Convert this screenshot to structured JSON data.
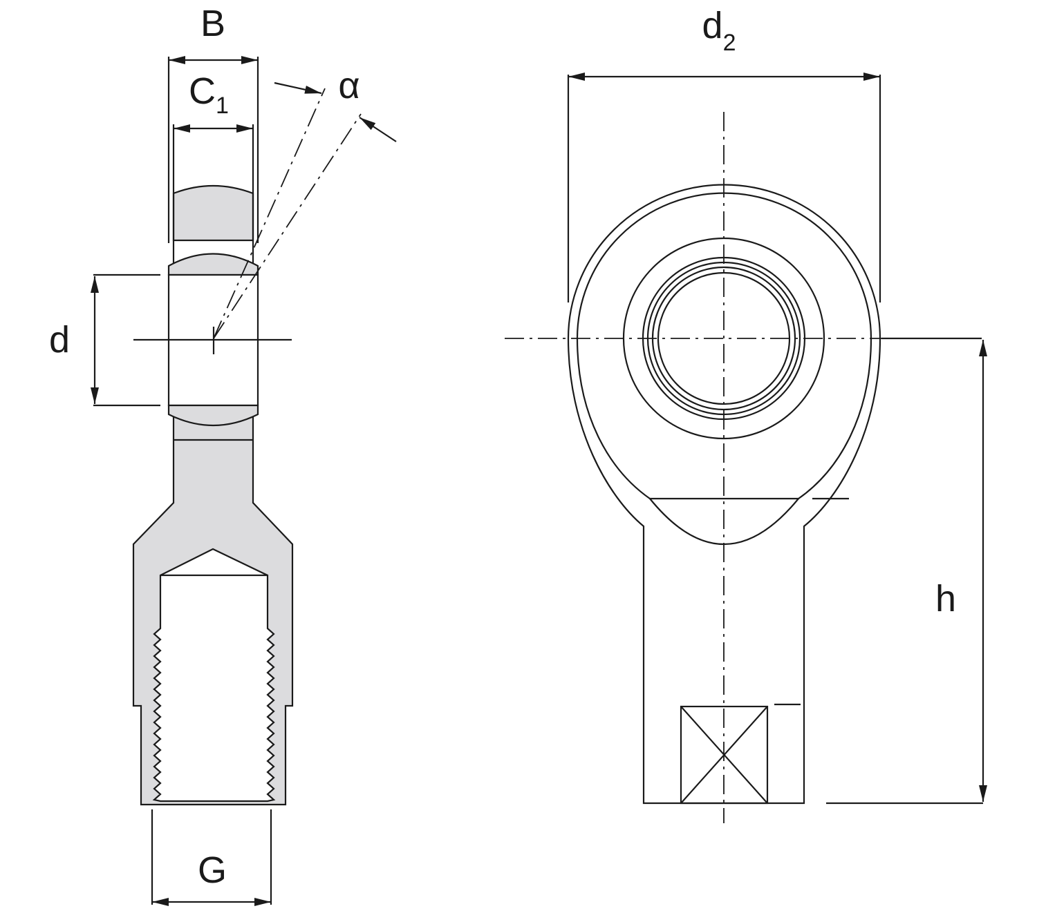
{
  "diagram": {
    "side_view": {
      "labels": {
        "B": "B",
        "C": "C",
        "C_sub": "1",
        "alpha": "α",
        "d": "d",
        "G": "G"
      }
    },
    "front_view": {
      "labels": {
        "d": "d",
        "d_sub": "2",
        "h": "h"
      }
    },
    "colors": {
      "section_fill": "#dcdcde",
      "line": "#1a1a1a"
    }
  }
}
